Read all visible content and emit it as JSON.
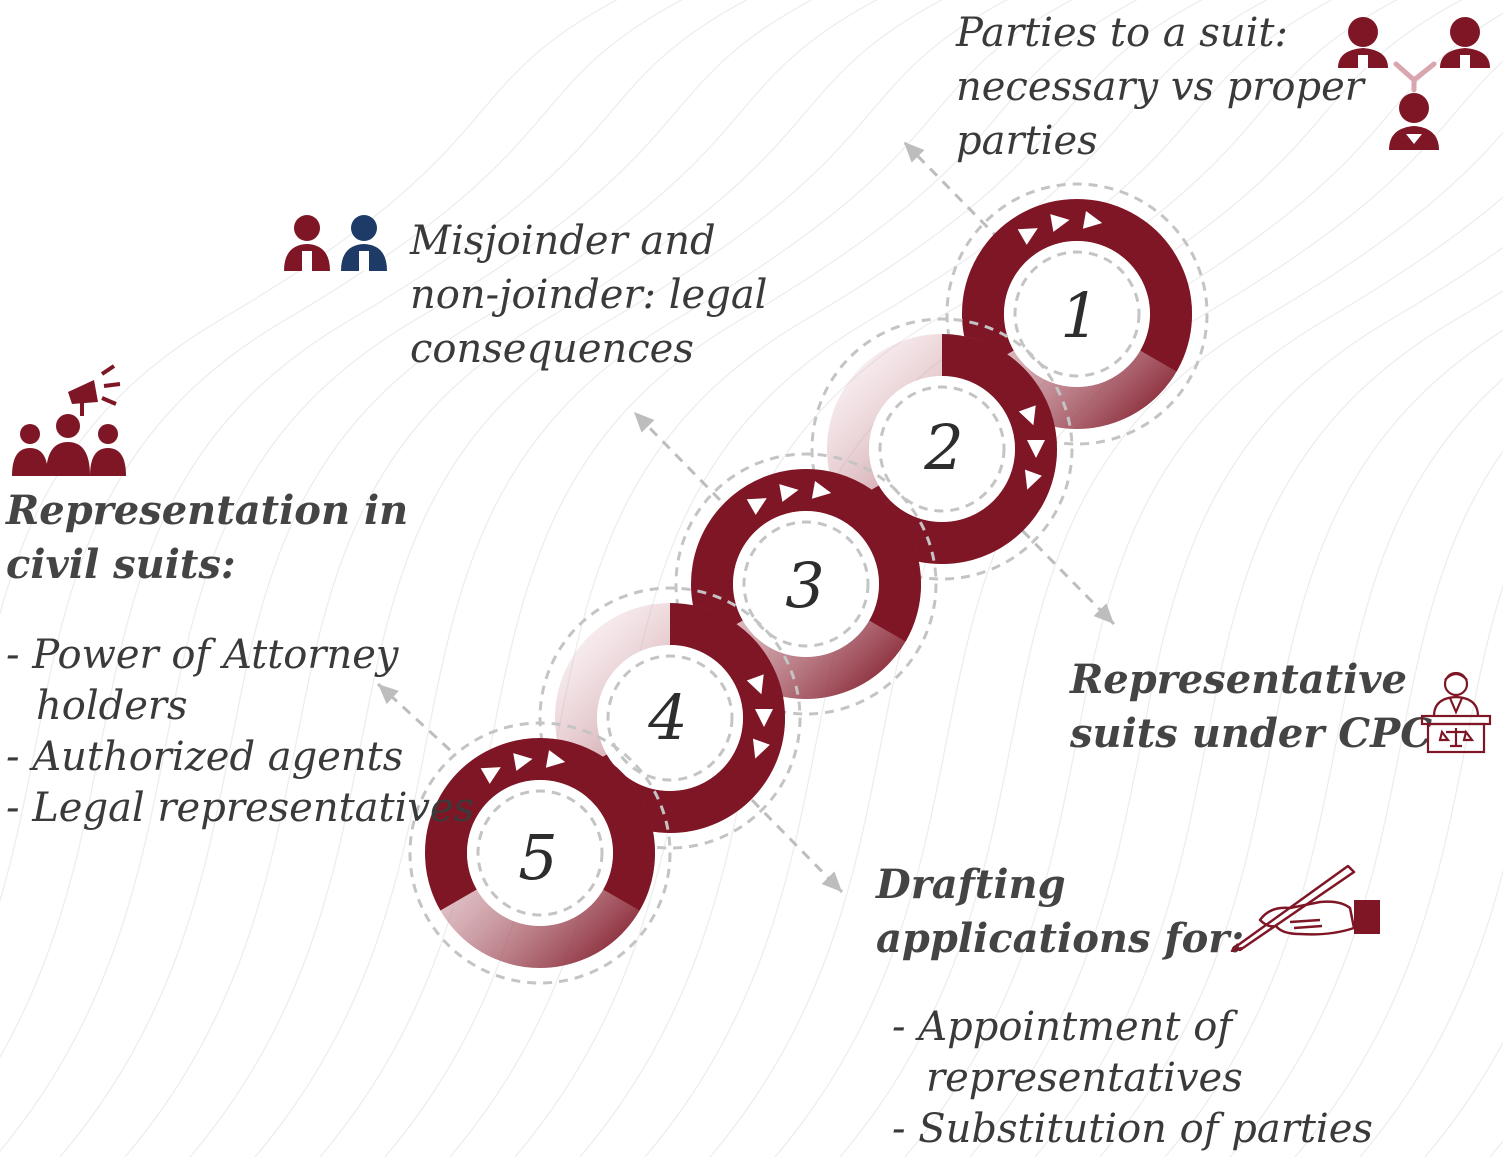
{
  "steps": [
    {
      "number": "1",
      "title_lines": [
        "Parties to a suit:",
        "necessary vs proper",
        "parties"
      ]
    },
    {
      "number": "2",
      "title_lines": [
        "Misjoinder and",
        "non-joinder: legal",
        "consequences"
      ]
    },
    {
      "number": "3",
      "title_lines": [
        "Representative",
        "suits under CPC"
      ]
    },
    {
      "number": "4",
      "title_lines": [
        "Representation in",
        "civil suits:"
      ],
      "items": [
        "- Power of Attorney",
        "holders",
        "- Authorized agents",
        "- Legal representatives"
      ]
    },
    {
      "number": "5",
      "title_lines": [
        "Drafting",
        "applications for:"
      ],
      "items": [
        "- Appointment of",
        "representatives",
        "- Substitution of parties"
      ]
    }
  ],
  "icons": {
    "step1": "parties-network-icon",
    "step2": "two-persons-icon",
    "step3": "judge-at-bench-icon",
    "step4": "group-announcement-icon",
    "step5": "hand-writing-icon"
  },
  "colors": {
    "accent": "#7f1626",
    "accent_fade": "#e9c6cc",
    "navy": "#1e3a66",
    "arrow": "#bdbdbd",
    "text": "#3a3a3a"
  }
}
